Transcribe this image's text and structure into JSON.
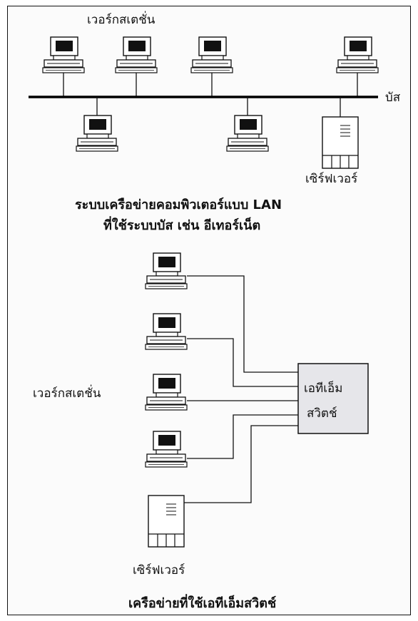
{
  "bus_diagram": {
    "workstation_label": "เวอร์กสเตชั่น",
    "bus_label": "บัส",
    "server_label": "เซิร์ฟเวอร์",
    "caption_line1": "ระบบเครือข่ายคอมพิวเตอร์แบบ LAN",
    "caption_line2": "ที่ใช้ระบบบัส เช่น อีเทอร์เน็ต"
  },
  "atm_diagram": {
    "workstation_label": "เวอร์กสเตชั่น",
    "switch_label_line1": "เอทีเอ็ม",
    "switch_label_line2": "สวิตช์",
    "server_label": "เซิร์ฟเวอร์",
    "caption": "เครือข่ายที่ใช้เอทีเอ็มสวิตช์"
  },
  "colors": {
    "line": "#111111",
    "switch_fill": "#e6e6ea",
    "screen": "#111111"
  }
}
